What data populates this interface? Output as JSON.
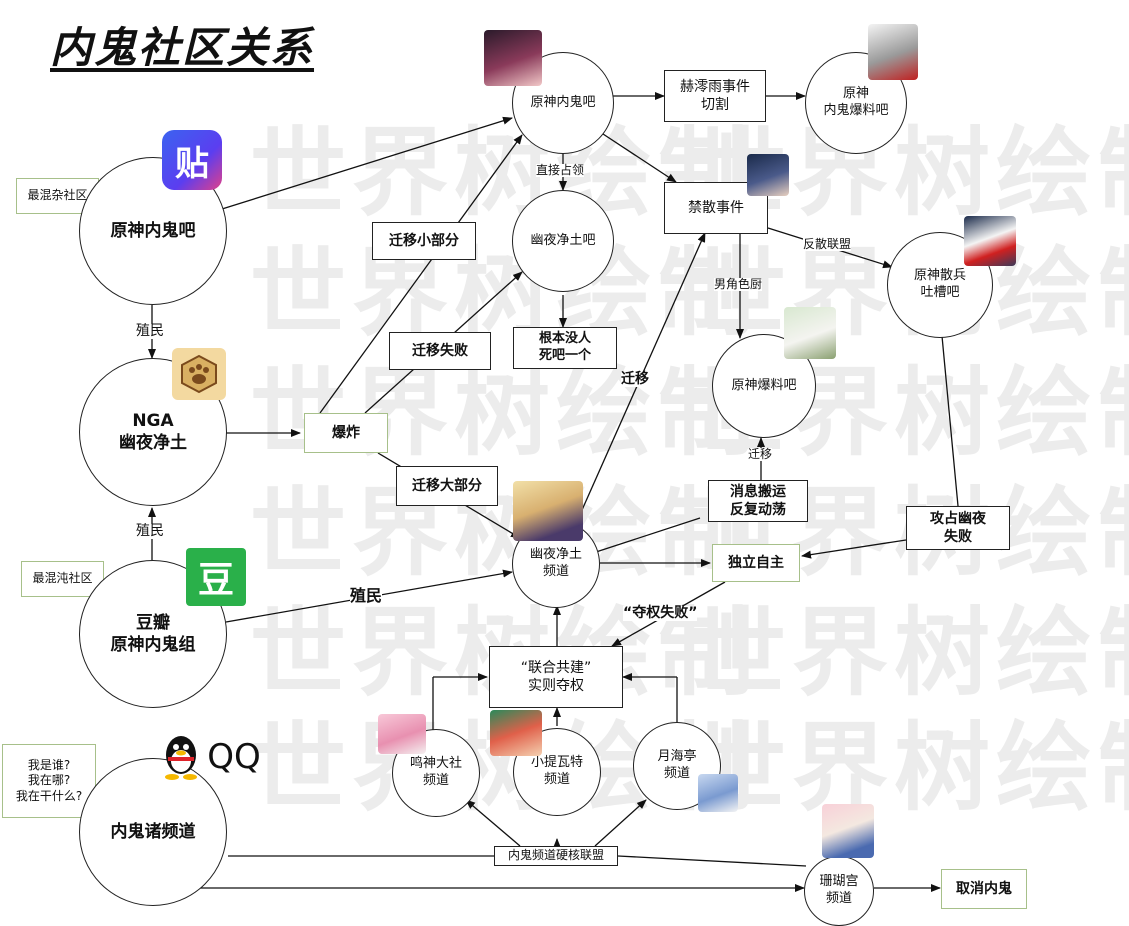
{
  "title": "内鬼社区关系",
  "watermark": "世界树绘制",
  "nodes": {
    "tieba_main": "原神内鬼吧",
    "nga": "NGA\n幽夜净土",
    "douban": "豆瓣\n原神内鬼组",
    "qq": "内鬼诸频道",
    "yuanshen_neigui_ba": "原神内鬼吧",
    "youye_ba": "幽夜净土吧",
    "neigui_baoliao_ba": "原神\n内鬼爆料吧",
    "baoliao_ba": "原神爆料吧",
    "sanbing_ba": "原神散兵\n吐槽吧",
    "youye_channel": "幽夜净土\n频道",
    "mingshen": "鸣神大社\n频道",
    "tiwate": "小提瓦特\n频道",
    "yuehai": "月海亭\n频道",
    "shanhu": "珊瑚宫\n频道"
  },
  "boxes": {
    "hexiyu": "赫澪雨事件\n切割",
    "jinsan": "禁散事件",
    "genben": "根本没人\n死吧一个",
    "baozha": "爆炸",
    "qianyi_xiao": "迁移小部分",
    "qianyi_shibai": "迁移失败",
    "qianyi_da": "迁移大部分",
    "xiaoxi": "消息搬运\n反复动荡",
    "gongzhan": "攻占幽夜\n失败",
    "duli": "独立自主",
    "lianhe": "“联合共建”\n实则夺权",
    "lianmeng": "内鬼频道硬核联盟",
    "quxiao": "取消内鬼"
  },
  "notes": {
    "tieba_note": "最混杂社区",
    "douban_note": "最混沌社区",
    "qq_note": "我是谁?\n我在哪?\n我在干什么?"
  },
  "edge_labels": {
    "zhimin1": "殖民",
    "zhimin2": "殖民",
    "zhimin3": "殖民",
    "zhijie": "直接占领",
    "qianyi": "迁移",
    "nanjiao": "男角色厨",
    "fansan": "反散联盟",
    "qianyi2": "迁移",
    "duoquan": "“夺权失败”"
  },
  "icons": {
    "tieba_icon": "贴",
    "douban_icon": "豆",
    "qq_text": "QQ"
  },
  "colors": {
    "tieba_blue": "#3b63f0",
    "tieba_pink": "#e0408a",
    "douban_green": "#2ab04a",
    "nga_tan": "#d9b062",
    "note_border": "#a7c08a"
  }
}
